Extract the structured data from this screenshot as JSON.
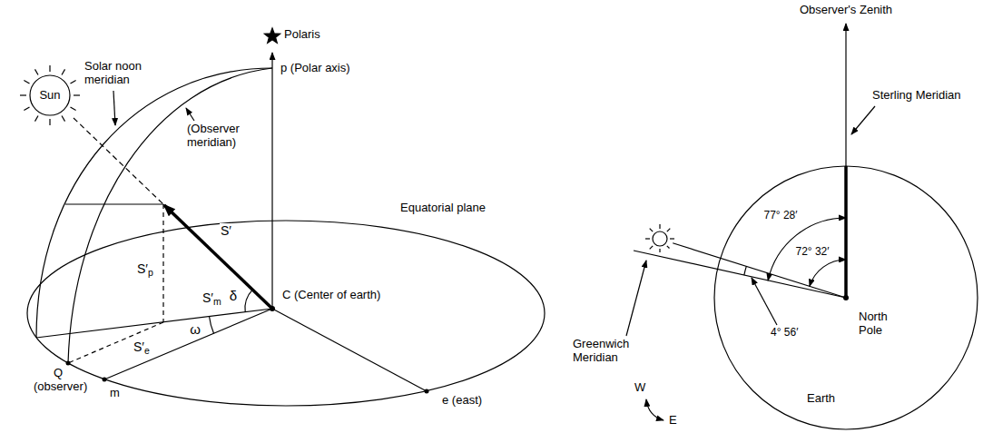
{
  "diagram": {
    "labels": [
      "Sun",
      "Polaris",
      "p (Polar axis)",
      "Solar noon meridian",
      "(Observer meridian)",
      "Equatorial plane",
      "S′",
      "S′p",
      "S′m",
      "S′e",
      "δ",
      "ω",
      "C (Center of earth)",
      "Q",
      "(observer)",
      "m",
      "e (east)",
      "Observer's Zenith",
      "Sterling Meridian",
      "77° 28′",
      "72° 32′",
      "Greenwich Meridian",
      "4° 56′",
      "North Pole",
      "Earth",
      "W",
      "E"
    ]
  }
}
